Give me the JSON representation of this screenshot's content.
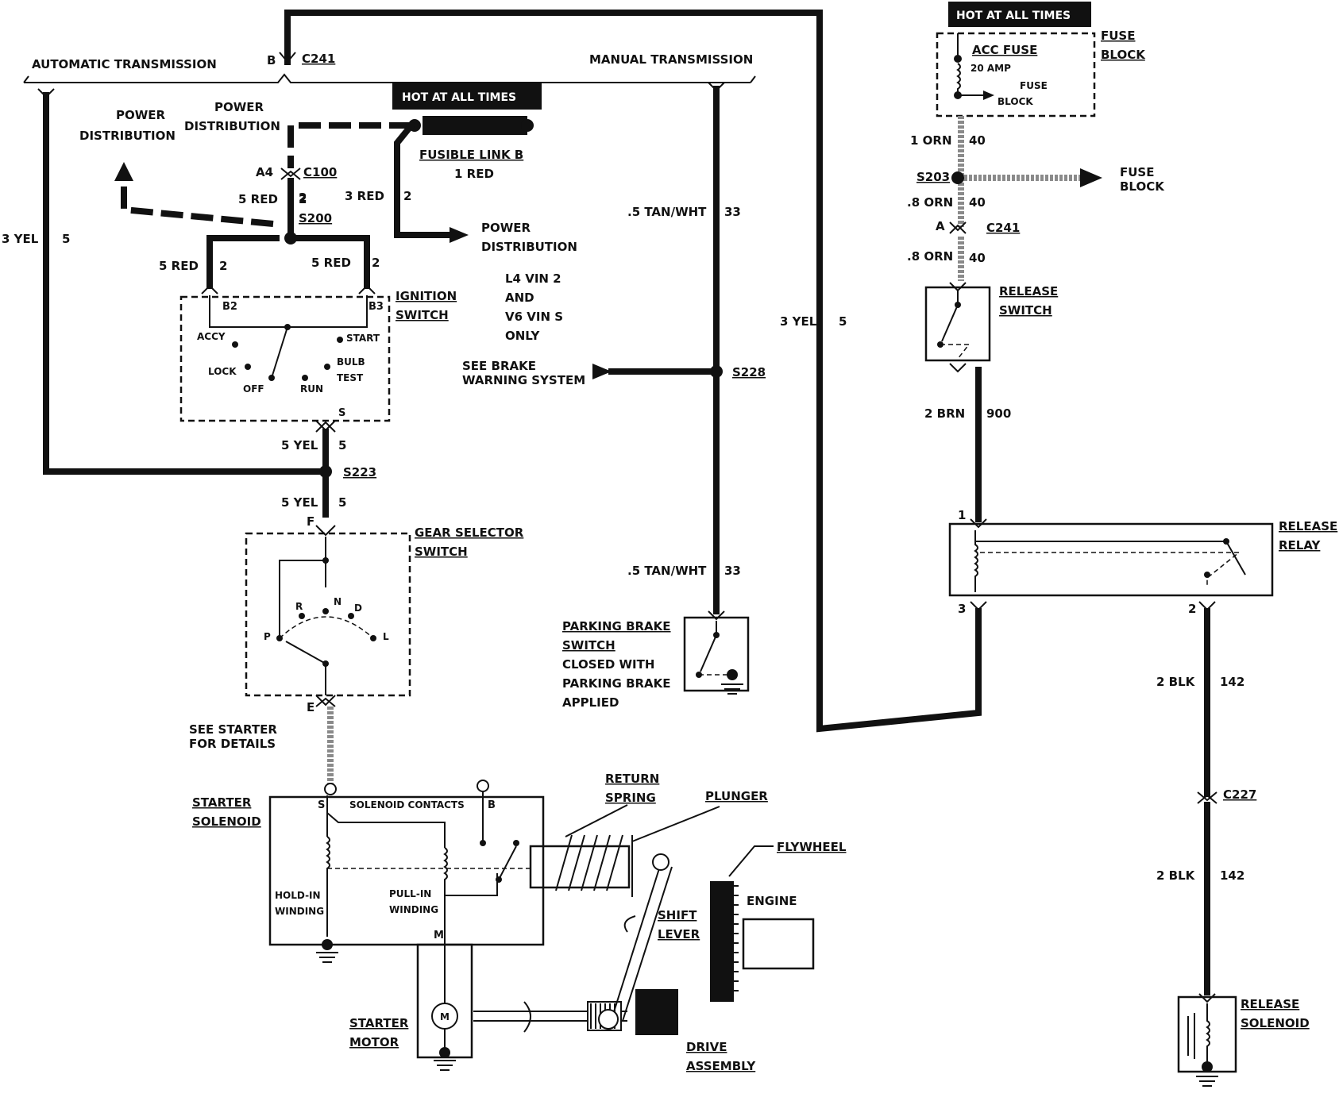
{
  "hot_at_all_times": "HOT AT ALL TIMES",
  "hot_at_all_times_top": "HOT AT ALL TIMES",
  "bus": {
    "automatic": "AUTOMATIC TRANSMISSION",
    "manual": "MANUAL TRANSMISSION",
    "c241_b_pin": "B",
    "c241_b": "C241"
  },
  "left": {
    "power_dist_1a": "POWER",
    "power_dist_1b": "DISTRIBUTION",
    "power_dist_2a": "POWER",
    "power_dist_2b": "DISTRIBUTION",
    "fusible_link": "FUSIBLE LINK B",
    "fusible_red": "1 RED",
    "a4": "A4",
    "c100": "C100",
    "red5_a": "5 RED",
    "red5_a_num": "2",
    "red3": "3 RED",
    "red3_num": "2",
    "red2_num": "2",
    "s200": "S200",
    "power_dist_3a": "POWER",
    "power_dist_3b": "DISTRIBUTION",
    "yel3": "3 YEL",
    "yel3_num": "5",
    "red5_b": "5 RED",
    "red5_b_num": "2",
    "red5_c": "5 RED",
    "red5_c_num": "2",
    "note_l4a": "L4 VIN 2",
    "note_l4b": "AND",
    "note_l4c": "V6 VIN S",
    "note_l4d": "ONLY"
  },
  "ignition": {
    "title1": "IGNITION",
    "title2": "SWITCH",
    "b2": "B2",
    "b3": "B3",
    "accy": "ACCY",
    "start": "START",
    "lock": "LOCK",
    "bulb1": "BULB",
    "bulb2": "TEST",
    "off": "OFF",
    "run": "RUN",
    "s": "S"
  },
  "s223": {
    "yel5_a": "5 YEL",
    "yel5_a_num": "5",
    "label": "S223",
    "yel5_b": "5 YEL",
    "yel5_b_num": "5",
    "f": "F"
  },
  "gear": {
    "title1": "GEAR SELECTOR",
    "title2": "SWITCH",
    "r": "R",
    "n": "N",
    "d": "D",
    "p": "P",
    "l": "L",
    "e": "E"
  },
  "starter": {
    "see1": "SEE STARTER",
    "see2": "FOR DETAILS",
    "sol1": "STARTER",
    "sol2": "SOLENOID",
    "s": "S",
    "contacts": "SOLENOID CONTACTS",
    "b": "B",
    "hold1": "HOLD-IN",
    "hold2": "WINDING",
    "pull1": "PULL-IN",
    "pull2": "WINDING",
    "m": "M",
    "return1": "RETURN",
    "return2": "SPRING",
    "plunger": "PLUNGER",
    "flywheel": "FLYWHEEL",
    "engine": "ENGINE",
    "shift1": "SHIFT",
    "shift2": "LEVER",
    "motor1": "STARTER",
    "motor2": "MOTOR",
    "motor_m": "M",
    "drive1": "DRIVE",
    "drive2": "ASSEMBLY"
  },
  "middle": {
    "tanwht_a": ".5 TAN/WHT",
    "tanwht_a_num": "33",
    "brake1": "SEE BRAKE",
    "brake2": "WARNING SYSTEM",
    "s228": "S228",
    "tanwht_b": ".5 TAN/WHT",
    "tanwht_b_num": "33",
    "pb1": "PARKING BRAKE",
    "pb2": "SWITCH",
    "pb3": "CLOSED WITH",
    "pb4": "PARKING BRAKE",
    "pb5": "APPLIED",
    "yel3": "3 YEL",
    "yel3_num": "5"
  },
  "right": {
    "acc_fuse": "ACC FUSE",
    "amp": "20 AMP",
    "fuse_small1": "FUSE",
    "fuse_small2": "BLOCK",
    "fuseblock1": "FUSE",
    "fuseblock2": "BLOCK",
    "orn1": "1 ORN",
    "orn1_num": "40",
    "s203": "S203",
    "fb_out1": "FUSE",
    "fb_out2": "BLOCK",
    "orn8_a": ".8 ORN",
    "orn8_a_num": "40",
    "a": "A",
    "c241": "C241",
    "orn8_b": ".8 ORN",
    "orn8_b_num": "40",
    "rs1": "RELEASE",
    "rs2": "SWITCH",
    "brn": "2 BRN",
    "brn_num": "900",
    "relay1": "RELEASE",
    "relay2": "RELAY",
    "pin1": "1",
    "pin3": "3",
    "pin2": "2",
    "blk_a": "2 BLK",
    "blk_a_num": "142",
    "c227": "C227",
    "blk_b": "2 BLK",
    "blk_b_num": "142",
    "sol1": "RELEASE",
    "sol2": "SOLENOID"
  }
}
